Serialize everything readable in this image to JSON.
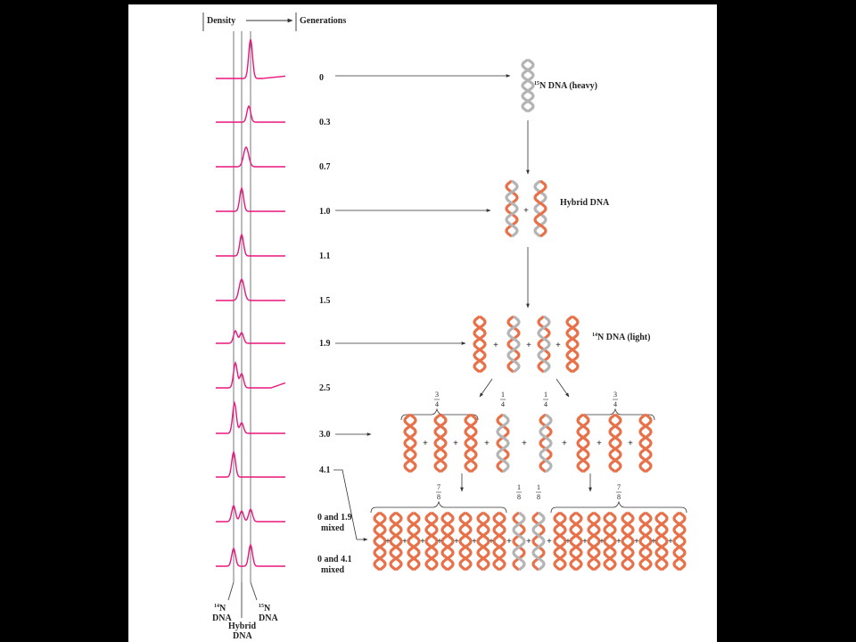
{
  "header": {
    "density": "Density",
    "generations": "Generations"
  },
  "generations": [
    "0",
    "0.3",
    "0.7",
    "1.0",
    "1.1",
    "1.5",
    "1.9",
    "2.5",
    "3.0",
    "4.1"
  ],
  "mixed": [
    {
      "line1": "0 and 1.9",
      "line2": "mixed"
    },
    {
      "line1": "0 and 4.1",
      "line2": "mixed"
    }
  ],
  "dna_labels": {
    "heavy": "N DNA (heavy)",
    "heavy_sup": "15",
    "hybrid": "Hybrid DNA",
    "light": "N DNA (light)",
    "light_sup": "14"
  },
  "bottom_labels": {
    "n14": "N",
    "n14_sup": "14",
    "dna": "DNA",
    "hybrid_1": "Hybrid",
    "hybrid_2": "DNA",
    "n15": "N",
    "n15_sup": "15"
  },
  "fractions": {
    "row4_left": {
      "num": "3",
      "den": "4"
    },
    "row4_mid_left": {
      "num": "1",
      "den": "4"
    },
    "row4_mid_right": {
      "num": "1",
      "den": "4"
    },
    "row4_right": {
      "num": "3",
      "den": "4"
    },
    "row5_left": {
      "num": "7",
      "den": "8"
    },
    "row5_mid_left": {
      "num": "1",
      "den": "8"
    },
    "row5_mid_right": {
      "num": "1",
      "den": "8"
    },
    "row5_right": {
      "num": "7",
      "den": "8"
    }
  },
  "plus_sign": "+",
  "colors": {
    "curve": "#e8177e",
    "light_strand": "#e8714a",
    "heavy_strand": "#b4b4b4",
    "frame": "#444444"
  }
}
